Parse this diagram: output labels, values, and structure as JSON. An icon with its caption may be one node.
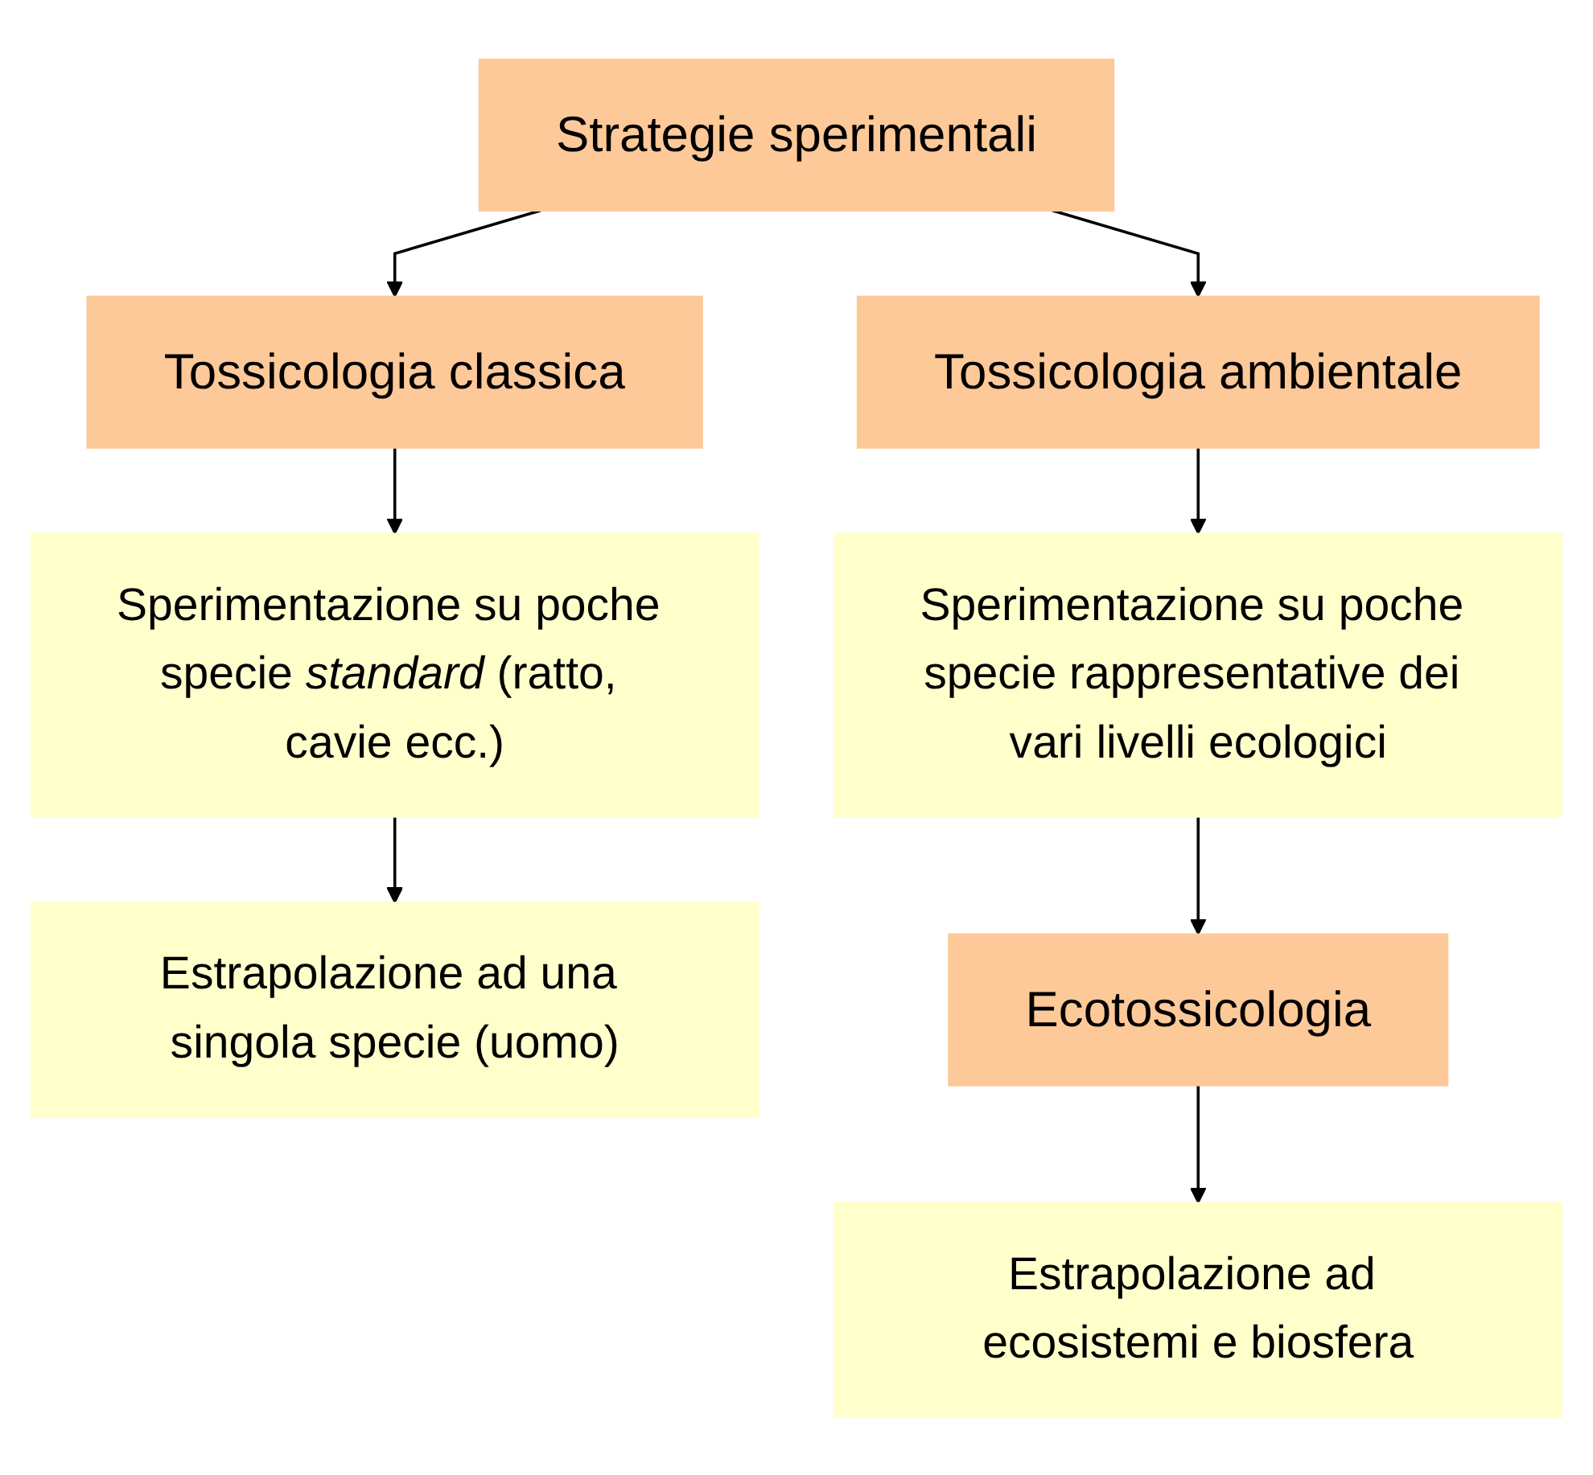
{
  "diagram": {
    "nodes": [
      {
        "text": [
          "Strategie sperimentali"
        ]
      },
      {
        "text": [
          "Tossicologia classica"
        ]
      },
      {
        "text": [
          "Tossicologia ambientale"
        ]
      },
      {
        "text": [
          "Sperimentazione su poche specie *standard* (ratto, cavie ecc.)"
        ]
      },
      {
        "text": [
          "Estrapolazione ad una singola specie (uomo)"
        ]
      },
      {
        "text": [
          "Sperimentazione su poche specie rappresentative dei vari livelli ecologici"
        ]
      },
      {
        "text": [
          "Ecotossicologia"
        ]
      },
      {
        "text": [
          "Estrapolazione ad ecosistemi e biosfera"
        ]
      }
    ],
    "edges": [
      {
        "from": 0,
        "to": 1,
        "arrow": "to"
      },
      {
        "from": 0,
        "to": 2,
        "arrow": "to"
      },
      {
        "from": 1,
        "to": 3,
        "arrow": "to"
      },
      {
        "from": 3,
        "to": 4,
        "arrow": "to"
      },
      {
        "from": 2,
        "to": 5,
        "arrow": "to"
      },
      {
        "from": 5,
        "to": 6,
        "arrow": "to"
      },
      {
        "from": 6,
        "to": 7,
        "arrow": "to"
      }
    ]
  }
}
